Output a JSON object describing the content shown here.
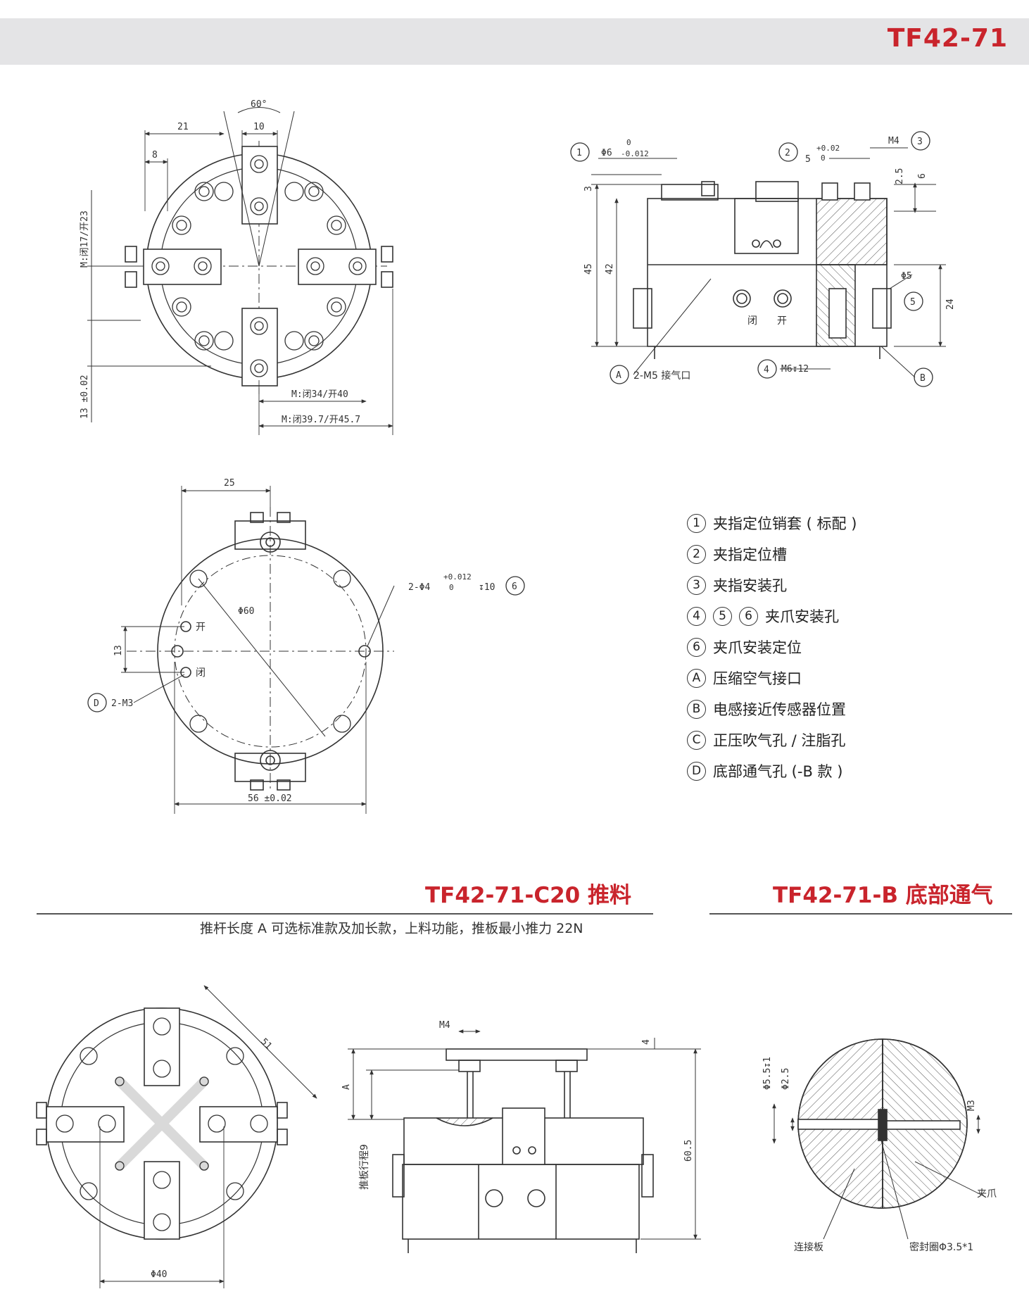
{
  "header": {
    "model": "TF42-71"
  },
  "top_view": {
    "dim_60deg": "60°",
    "dim_21": "21",
    "dim_10": "10",
    "dim_8": "8",
    "dim_m_closed_open_23": "M:闭17/开23",
    "dim_13": "13 ±0.02",
    "dim_m34_40": "M:闭34/开40",
    "dim_m39_45": "M:闭39.7/开45.7"
  },
  "side_view": {
    "mark1": "1",
    "dim_phi6": "Φ6",
    "tol_phi6_up": "0",
    "tol_phi6_down": "-0.012",
    "mark2": "2",
    "dim_5": "5",
    "tol_5_up": "+0.02",
    "tol_5_down": "0",
    "dim_m4": "M4",
    "mark3": "3",
    "dim_3": "3",
    "dim_2_5": "2.5",
    "dim_6": "6",
    "dim_45": "45",
    "dim_42": "42",
    "dim_phi5": "Φ5",
    "mark5": "5",
    "dim_24": "24",
    "label_closed": "闭",
    "label_open": "开",
    "markA": "A",
    "label_a": "2-M5 接气口",
    "mark4": "4",
    "label_m6": "M6↧12",
    "markB": "B"
  },
  "bottom_view": {
    "dim_25": "25",
    "dim_phi60": "Φ60",
    "dim_pin": "2-Φ4",
    "tol_pin_up": "+0.012",
    "tol_pin_down": "0",
    "dim_pin_depth": "↧10",
    "mark6": "6",
    "label_open": "开",
    "label_closed": "闭",
    "dim_13": "13",
    "markD": "D",
    "label_d": "2-M3",
    "dim_56": "56 ±0.02"
  },
  "legend": [
    {
      "marks": [
        "1"
      ],
      "text": "夹指定位销套 ( 标配 )"
    },
    {
      "marks": [
        "2"
      ],
      "text": "夹指定位槽"
    },
    {
      "marks": [
        "3"
      ],
      "text": "夹指安装孔"
    },
    {
      "marks": [
        "4",
        "5",
        "6"
      ],
      "text": "夹爪安装孔"
    },
    {
      "marks": [
        "6"
      ],
      "text": "夹爪安装定位"
    },
    {
      "marks": [
        "A"
      ],
      "text": "压缩空气接口"
    },
    {
      "marks": [
        "B"
      ],
      "text": "电感接近传感器位置"
    },
    {
      "marks": [
        "C"
      ],
      "text": "正压吹气孔 / 注脂孔"
    },
    {
      "marks": [
        "D"
      ],
      "text": "底部通气孔 (-B 款 )"
    }
  ],
  "section_c20": {
    "title": "TF42-71-C20 推料",
    "desc": "推杆长度 A 可选标准款及加长款，上料功能，推板最小推力 22N",
    "dim_51": "51",
    "dim_phi40": "Φ40",
    "dim_m4": "M4",
    "dim_4": "4",
    "dim_a": "A",
    "dim_stroke": "推板行程9",
    "dim_60_5": "60.5"
  },
  "section_b": {
    "title": "TF42-71-B 底部通气",
    "dim_phi5_5": "Φ5.5↧1",
    "dim_phi2_5": "Φ2.5",
    "dim_m3": "M3",
    "label_jaw": "夹爪",
    "label_plate": "连接板",
    "label_seal": "密封圈Φ3.5*1"
  },
  "colors": {
    "accent": "#c9242c",
    "header_bg": "#e4e4e6",
    "line": "#333333"
  }
}
